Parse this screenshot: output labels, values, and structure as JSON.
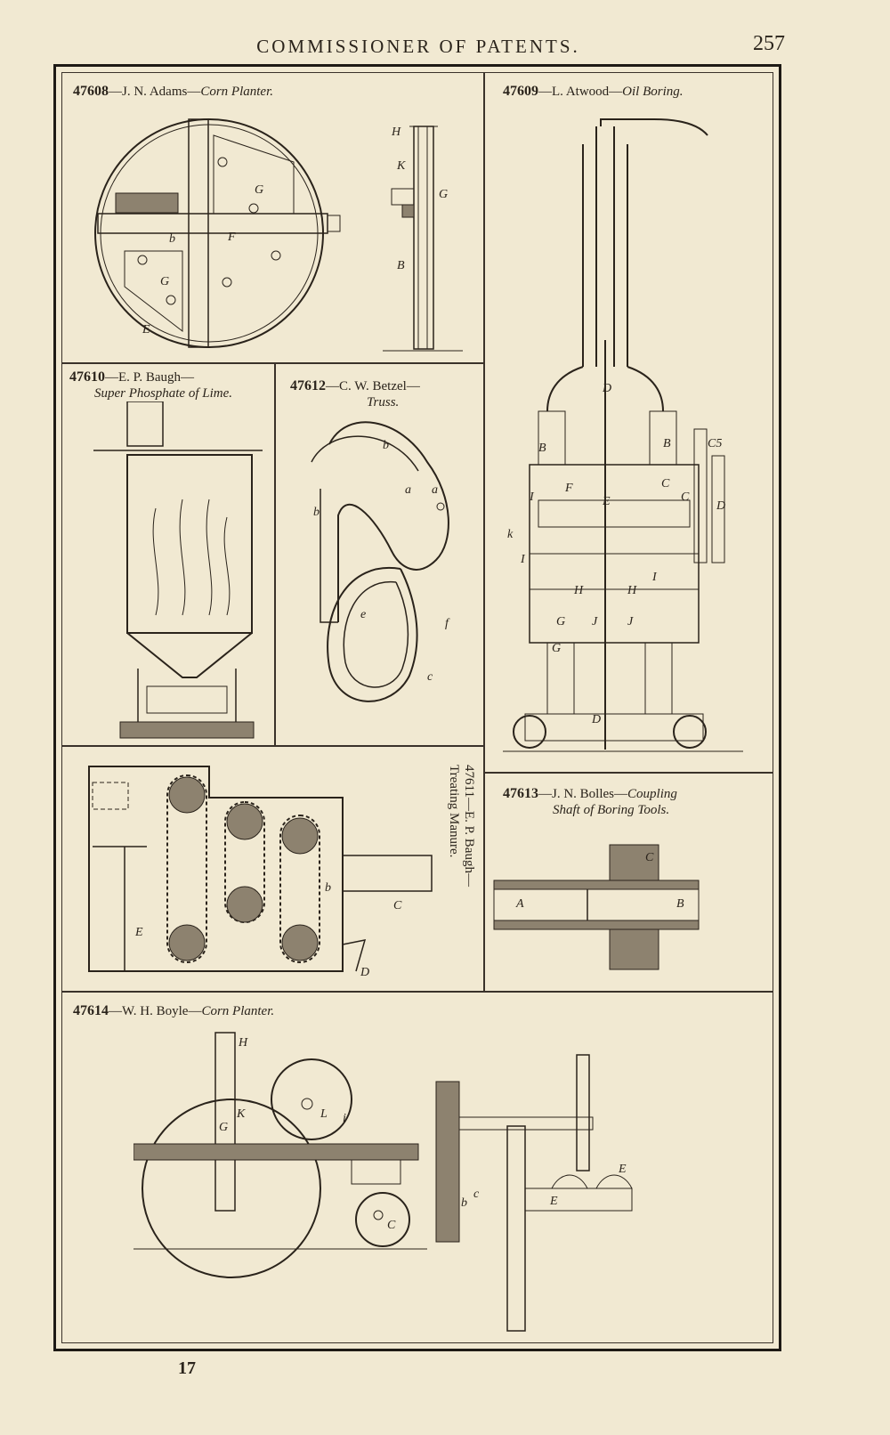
{
  "header": {
    "running_title": "COMMISSIONER OF PATENTS.",
    "page_number": "257"
  },
  "patents": [
    {
      "number": "47608",
      "inventor": "J. N. Adams",
      "title": "Corn Planter."
    },
    {
      "number": "47609",
      "inventor": "L. Atwood",
      "title": "Oil Boring."
    },
    {
      "number": "47610",
      "inventor": "E. P. Baugh",
      "title": "Super Phosphate of Lime."
    },
    {
      "number": "47612",
      "inventor": "C. W. Betzel",
      "title": "Truss."
    },
    {
      "number": "47611",
      "inventor": "E. P. Baugh",
      "title": "Treating Manure."
    },
    {
      "number": "47613",
      "inventor": "J. N. Bolles",
      "title": "Coupling Shaft of Boring Tools."
    },
    {
      "number": "47614",
      "inventor": "W. H. Boyle",
      "title": "Corn Planter."
    }
  ],
  "figure_labels": {
    "adams": [
      "H",
      "K",
      "G",
      "G",
      "F",
      "b",
      "G",
      "B",
      "E"
    ],
    "atwood": [
      "D",
      "B",
      "B",
      "C5",
      "F",
      "E",
      "C",
      "D",
      "k",
      "I",
      "H",
      "H",
      "G",
      "J",
      "J",
      "G",
      "D",
      "I",
      "I",
      "C"
    ],
    "betzel": [
      "b",
      "b",
      "a",
      "a",
      "e",
      "f",
      "c"
    ],
    "baugh_manure": [
      "b",
      "C",
      "E",
      "D"
    ],
    "bolles": [
      "A",
      "B",
      "C"
    ],
    "boyle": [
      "H",
      "K",
      "L",
      "i",
      "G",
      "C",
      "b",
      "c",
      "E",
      "E"
    ]
  },
  "footer": {
    "folio": "17"
  }
}
